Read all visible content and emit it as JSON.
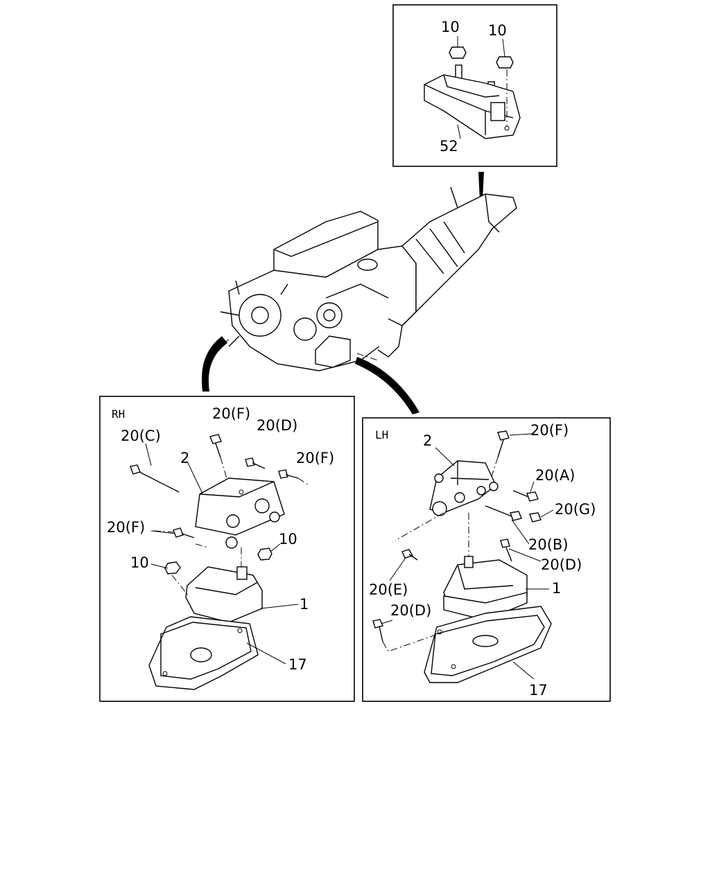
{
  "panels": {
    "top": {
      "labels": {
        "nut_left": "10",
        "nut_right": "10",
        "mount": "52"
      }
    },
    "rh": {
      "title": "RH",
      "labels": {
        "bolt_c": "20(C)",
        "bolt_f_top": "20(F)",
        "bolt_d": "20(D)",
        "bolt_f_right": "20(F)",
        "bracket": "2",
        "bolt_f_left": "20(F)",
        "nut_right": "10",
        "nut_left": "10",
        "insulator": "1",
        "plate": "17"
      }
    },
    "lh": {
      "title": "LH",
      "labels": {
        "bracket": "2",
        "bolt_f": "20(F)",
        "bolt_a": "20(A)",
        "bolt_g": "20(G)",
        "bolt_b": "20(B)",
        "bolt_d_upper": "20(D)",
        "bolt_e": "20(E)",
        "insulator": "1",
        "bolt_d_lower": "20(D)",
        "plate": "17"
      }
    }
  }
}
